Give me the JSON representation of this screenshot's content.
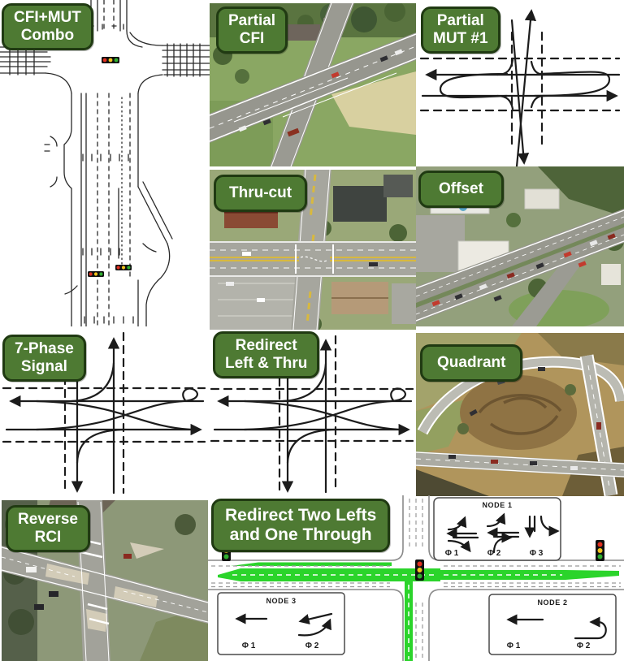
{
  "colors": {
    "badge_green": "#4e7a33",
    "badge_border": "#203a12",
    "lane_green": "#2bd42b",
    "signal_red": "#e03020",
    "signal_yellow": "#f2c41d",
    "signal_green": "#2fae2f"
  },
  "panels": [
    {
      "id": "cfi-mut-combo",
      "type": "line-diagram",
      "lines": [
        "CFI+MUT",
        "Combo"
      ]
    },
    {
      "id": "partial-cfi",
      "type": "aerial-photo",
      "lines": [
        "Partial",
        "CFI"
      ]
    },
    {
      "id": "partial-mut-1",
      "type": "line-diagram",
      "lines": [
        "Partial",
        "MUT #1"
      ]
    },
    {
      "id": "thru-cut",
      "type": "aerial-photo",
      "lines": [
        "Thru-cut"
      ]
    },
    {
      "id": "offset",
      "type": "aerial-photo",
      "lines": [
        "Offset"
      ]
    },
    {
      "id": "seven-phase-signal",
      "type": "line-diagram",
      "lines": [
        "7-Phase",
        "Signal"
      ]
    },
    {
      "id": "redirect-left-thru",
      "type": "line-diagram",
      "lines": [
        "Redirect",
        "Left & Thru"
      ]
    },
    {
      "id": "quadrant",
      "type": "aerial-photo",
      "lines": [
        "Quadrant"
      ]
    },
    {
      "id": "reverse-rci",
      "type": "aerial-photo",
      "lines": [
        "Reverse",
        "RCI"
      ]
    },
    {
      "id": "redirect-two-lefts",
      "type": "schematic-diagram",
      "lines": [
        "Redirect Two Lefts",
        "and One Through"
      ],
      "nodes": [
        {
          "title": "NODE 1",
          "phases": [
            "Φ 1",
            "Φ 2",
            "Φ 3"
          ]
        },
        {
          "title": "NODE 2",
          "phases": [
            "Φ 1",
            "Φ 2"
          ]
        },
        {
          "title": "NODE 3",
          "phases": [
            "Φ 1",
            "Φ 2"
          ]
        }
      ]
    }
  ]
}
